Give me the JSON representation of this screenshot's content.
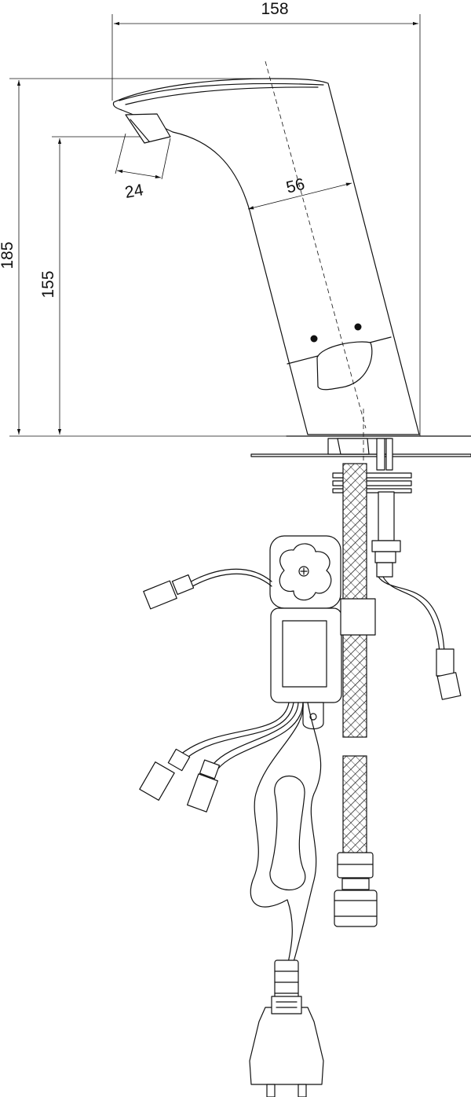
{
  "dimensions": {
    "overall_width": "158",
    "overall_height": "185",
    "spout_height": "155",
    "body_width": "56",
    "aerator_width": "24"
  }
}
